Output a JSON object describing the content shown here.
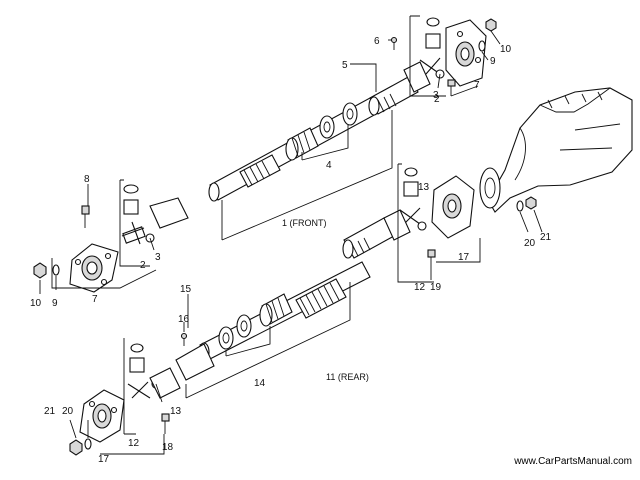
{
  "callouts": {
    "c1": "1 (FRONT)",
    "c11": "11 (REAR)",
    "c2a": "2",
    "c2b": "2",
    "c3a": "3",
    "c3b": "3",
    "c4": "4",
    "c5": "5",
    "c6": "6",
    "c7a": "7",
    "c7b": "7",
    "c8": "8",
    "c9a": "9",
    "c9b": "9",
    "c10a": "10",
    "c10b": "10",
    "c12a": "12",
    "c12b": "12",
    "c13a": "13",
    "c13b": "13",
    "c14": "14",
    "c15": "15",
    "c16": "16",
    "c17a": "17",
    "c17b": "17",
    "c18": "18",
    "c19": "19",
    "c20a": "20",
    "c20b": "20",
    "c21a": "21",
    "c21b": "21"
  },
  "watermark": "www.CarPartsManual.com"
}
